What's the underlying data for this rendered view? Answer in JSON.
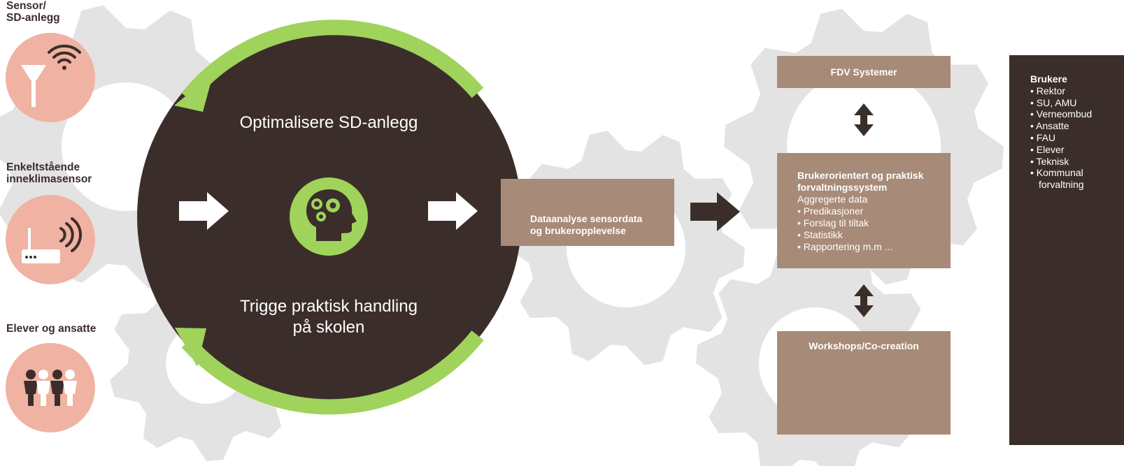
{
  "inputs": [
    {
      "label": "Sensor/\nSD-anlegg",
      "icon": "antenna-wifi-icon"
    },
    {
      "label": "Enkeltstående\ninneklimasensor",
      "icon": "router-signal-icon"
    },
    {
      "label": "Elever og ansatte",
      "icon": "people-icon"
    }
  ],
  "cycle": {
    "top": "Optimalisere SD-anlegg",
    "bottom": "Trigge praktisk handling\npå skolen",
    "center_icon": "head-gears-icon"
  },
  "analysis": {
    "label": "Dataanalyse sensordata\nog brukeropplevelse"
  },
  "fdv": {
    "label": "FDV Systemer"
  },
  "system": {
    "title": "Brukerorientert og praktisk\nforvaltningssystem",
    "subtitle": "Aggregerte data",
    "items": [
      "Predikasjoner",
      "Forslag til tiltak",
      "Statistikk",
      "Rapportering m.m ..."
    ]
  },
  "workshop": {
    "label": "Workshops/Co-creation",
    "icon": "gears-people-icon"
  },
  "users": {
    "title": "Brukere",
    "items": [
      "Rektor",
      "SU, AMU",
      "Verneombud",
      "Ansatte",
      "FAU",
      "Elever",
      "Teknisk",
      "Kommunal forvaltning"
    ]
  },
  "colors": {
    "dark": "#3b2e2a",
    "green": "#9fd35c",
    "brown": "#a78a77",
    "pink": "#f0b2a2",
    "gear": "#e3e3e3"
  }
}
